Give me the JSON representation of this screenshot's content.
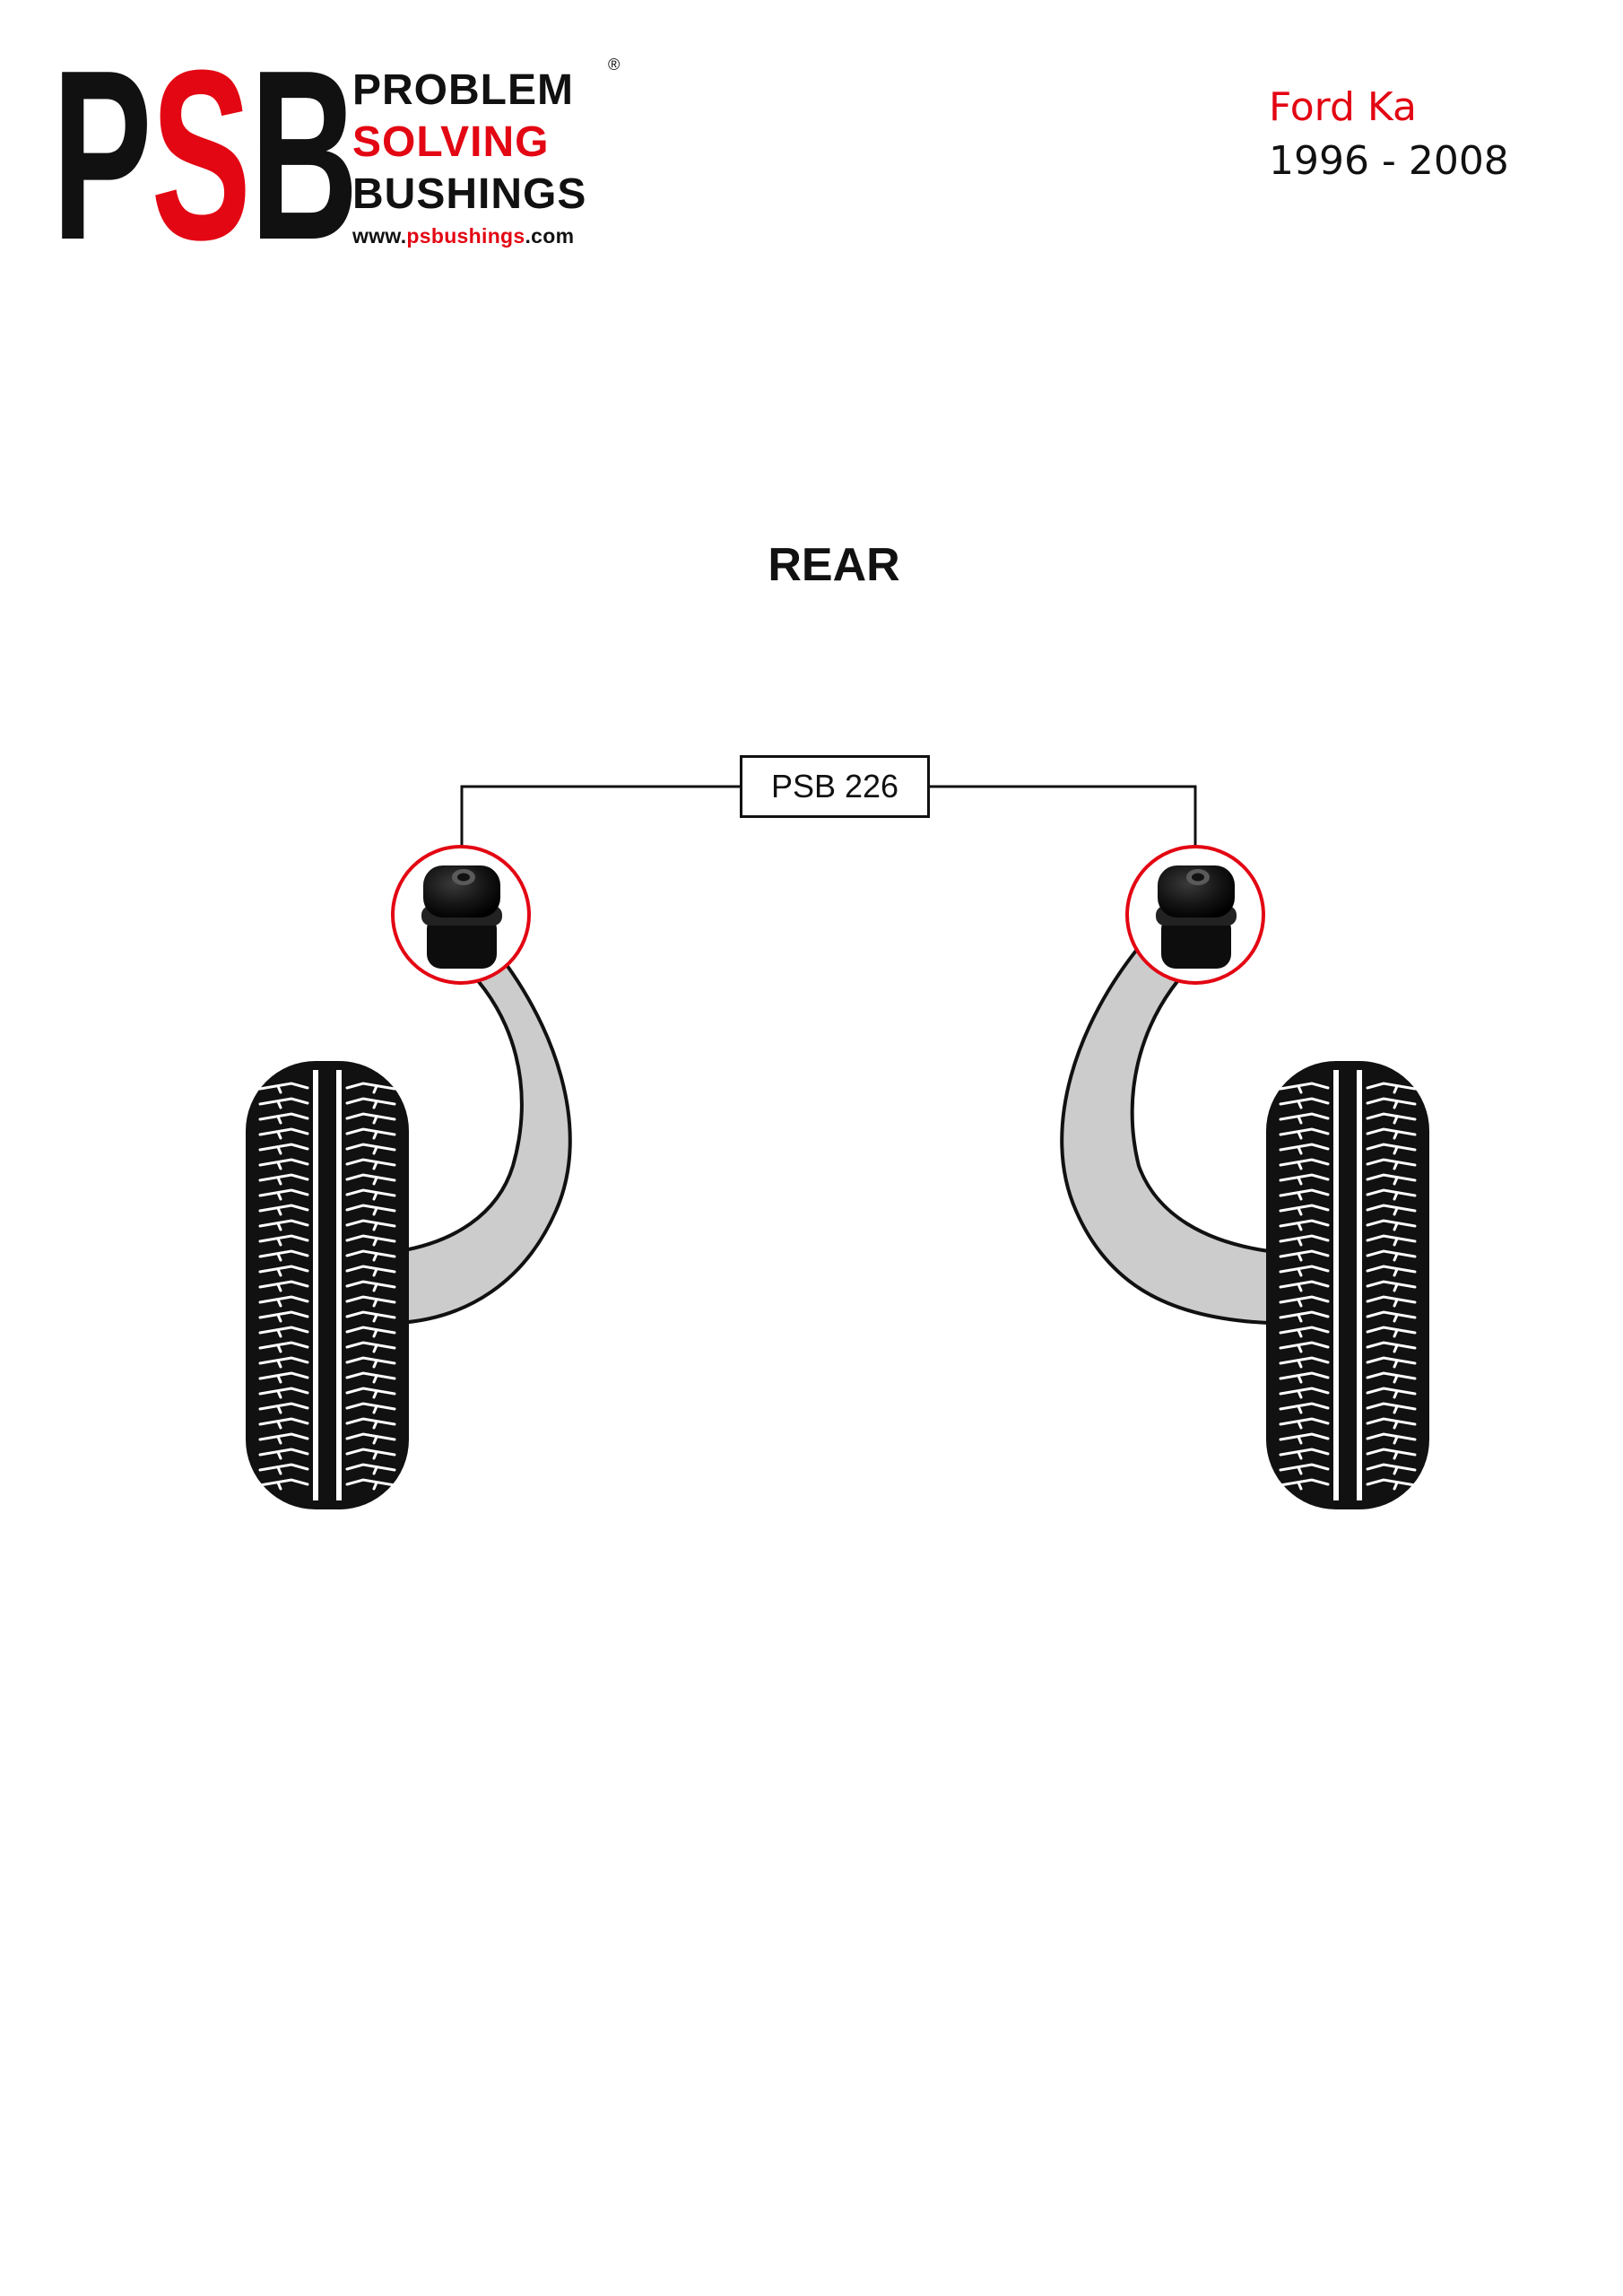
{
  "logo": {
    "letters": [
      "P",
      "S",
      "B"
    ],
    "line1": "PROBLEM",
    "line2": "SOLVING",
    "line3": "BUSHINGS",
    "registered": "®",
    "website_prefix": "www.",
    "website_brand": "psbushings",
    "website_suffix": ".com"
  },
  "vehicle": {
    "model": "Ford Ka",
    "years": "1996 - 2008"
  },
  "diagram": {
    "section": "REAR",
    "part_number": "PSB 226",
    "colors": {
      "accent": "#e30613",
      "arm_fill": "#cccccc",
      "tyre": "#111111",
      "bushing": "#141414"
    }
  }
}
